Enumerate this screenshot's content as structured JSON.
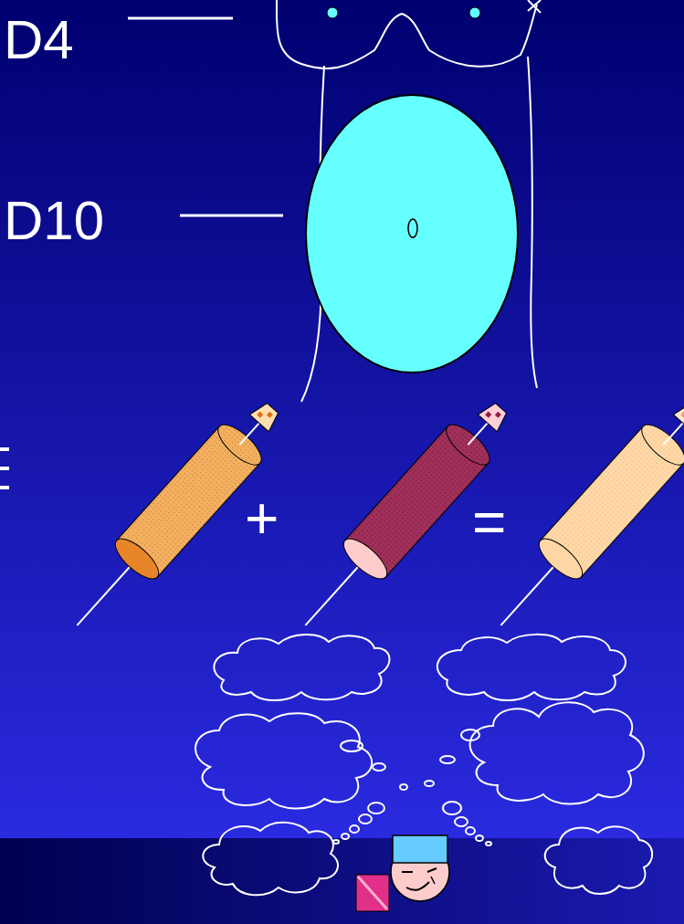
{
  "diagram": {
    "labels": [
      "D4",
      "D10",
      "+",
      "="
    ]
  }
}
